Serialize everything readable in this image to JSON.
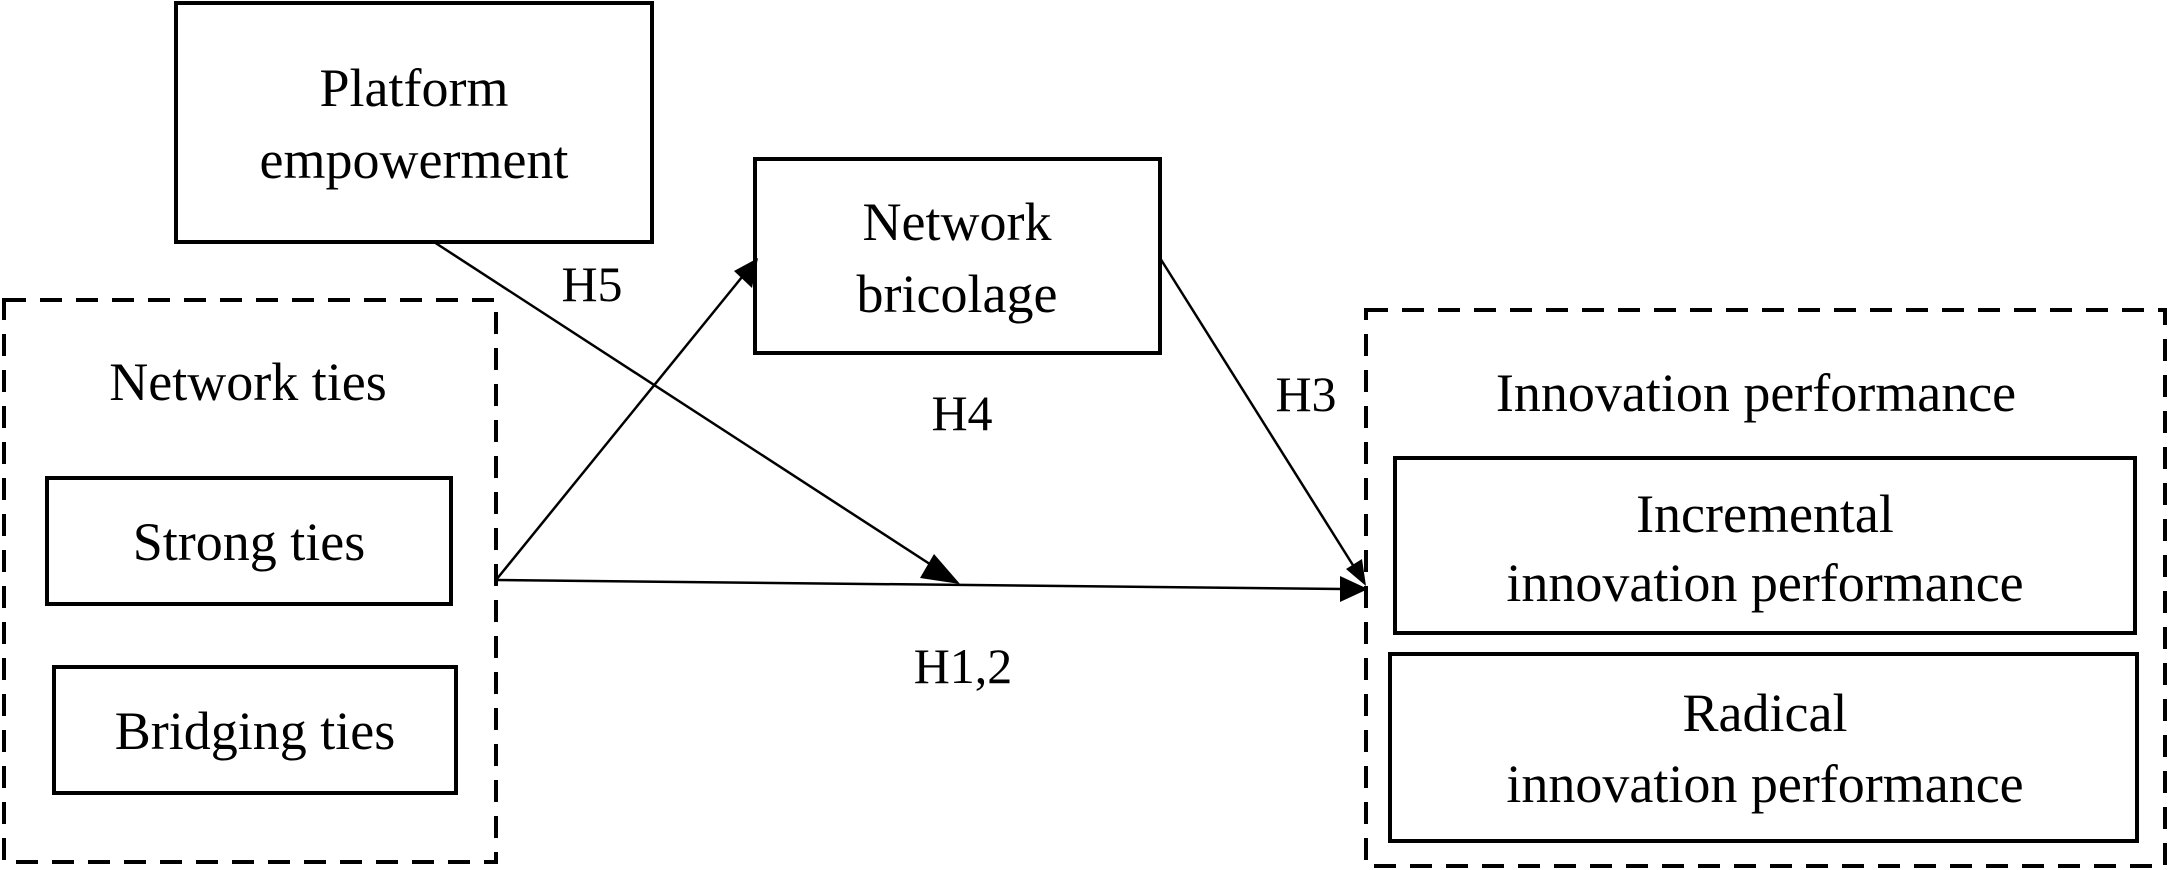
{
  "nodes": {
    "platform": {
      "line1": "Platform",
      "line2": "empowerment"
    },
    "bricolage": {
      "line1": "Network",
      "line2": "bricolage"
    },
    "ties_group": {
      "title": "Network ties"
    },
    "strong": {
      "label": "Strong ties"
    },
    "bridging": {
      "label": "Bridging ties"
    },
    "perf_group": {
      "title": "Innovation performance"
    },
    "incremental": {
      "line1": "Incremental",
      "line2": "innovation performance"
    },
    "radical": {
      "line1": "Radical",
      "line2": "innovation performance"
    }
  },
  "hypotheses": {
    "h5": "H5",
    "h4": "H4",
    "h3": "H3",
    "h12": "H1,2"
  }
}
